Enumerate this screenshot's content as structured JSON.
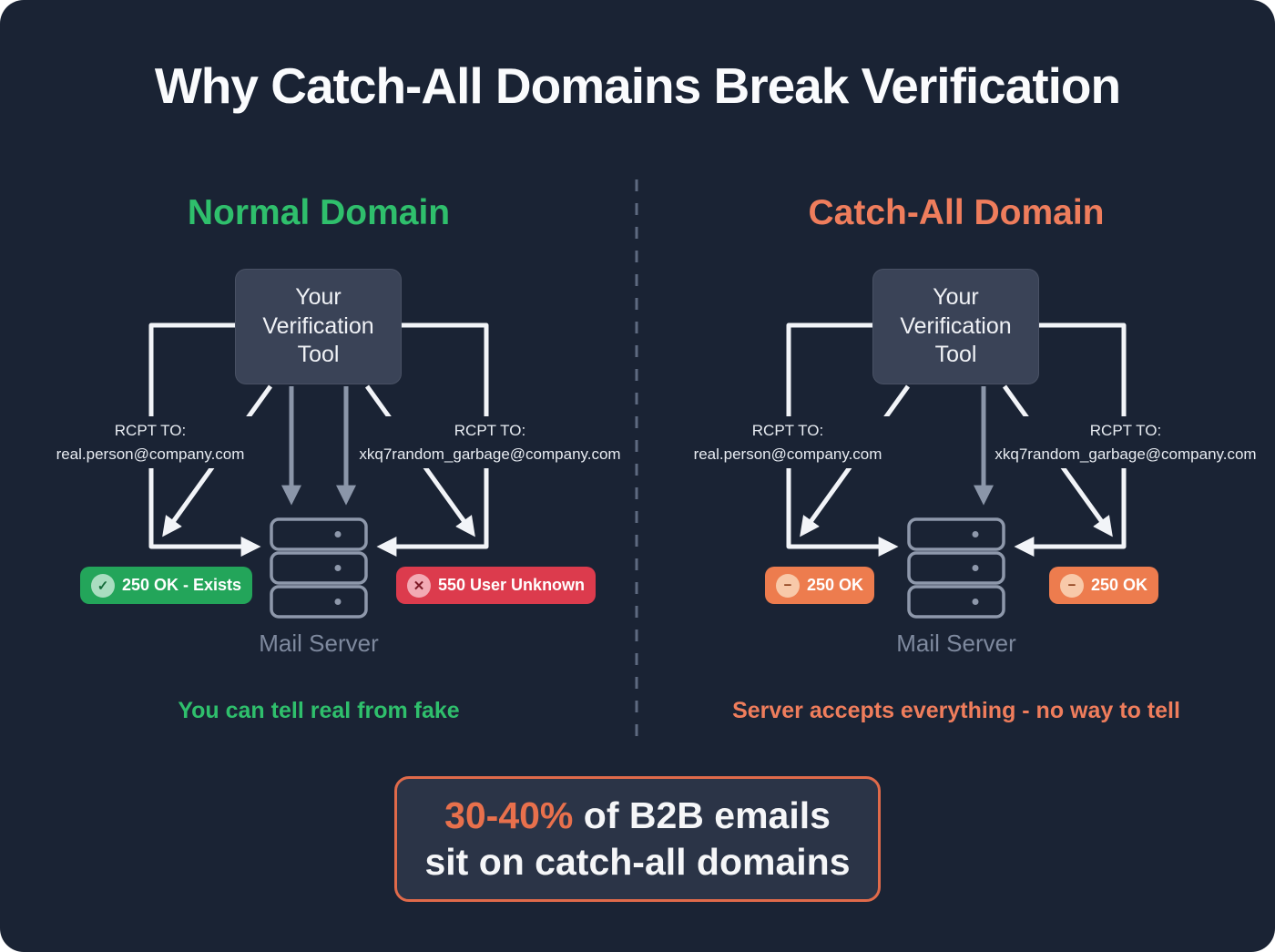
{
  "title": "Why Catch-All Domains Break Verification",
  "panels": {
    "normal": {
      "heading": "Normal Domain",
      "tool_box": "Your Verification Tool",
      "left_request": {
        "line1": "RCPT TO:",
        "line2": "real.person@company.com"
      },
      "right_request": {
        "line1": "RCPT TO:",
        "line2": "xkq7random_garbage@company.com"
      },
      "left_badge": {
        "icon": "check-icon",
        "glyph": "✓",
        "label": "250 OK - Exists"
      },
      "right_badge": {
        "icon": "cross-icon",
        "glyph": "✕",
        "label": "550 User Unknown"
      },
      "server_label": "Mail Server",
      "caption": "You can tell real from fake"
    },
    "catchall": {
      "heading": "Catch-All Domain",
      "tool_box": "Your Verification Tool",
      "left_request": {
        "line1": "RCPT TO:",
        "line2": "real.person@company.com"
      },
      "right_request": {
        "line1": "RCPT TO:",
        "line2": "xkq7random_garbage@company.com"
      },
      "left_badge": {
        "icon": "minus-icon",
        "glyph": "−",
        "label": "250 OK"
      },
      "right_badge": {
        "icon": "minus-icon",
        "glyph": "−",
        "label": "250 OK"
      },
      "server_label": "Mail Server",
      "caption": "Server accepts everything - no way to tell"
    }
  },
  "stat_box": {
    "highlight": "30-40%",
    "line1_rest": " of B2B emails",
    "line2": "sit on catch-all domains"
  },
  "colors": {
    "card_background": "#1a2334",
    "normal_green": "#2fbf6c",
    "catchall_orange": "#ef7d5c",
    "badge_green": "#23a55a",
    "badge_red": "#dc3b4d",
    "badge_orange": "#ed7c4e",
    "stat_border_orange": "#e06a4a",
    "white_arrow": "#f2f4f8",
    "gray_arrow": "#8b96a9",
    "server_gray": "#8e98ab",
    "divider_gray": "#5e6a80"
  }
}
